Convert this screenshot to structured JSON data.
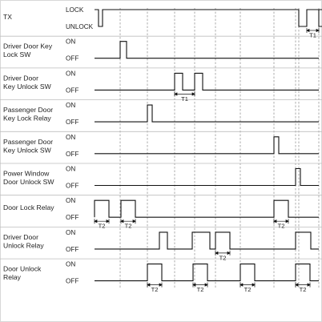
{
  "signals": [
    {
      "id": "tx",
      "name_lines": [
        "TX"
      ],
      "high_label": "LOCK",
      "low_label": "UNLOCK",
      "idle": "high",
      "pulses": [
        {
          "start": 5,
          "end": 10
        },
        {
          "start": 255,
          "end": 265
        },
        {
          "start": 280,
          "end": 290
        }
      ]
    },
    {
      "id": "driver-door-key-lock-sw",
      "name_lines": [
        "Driver Door Key",
        "Lock SW"
      ],
      "high_label": "ON",
      "low_label": "OFF",
      "idle": "low",
      "pulses": [
        {
          "start": 32,
          "end": 40
        }
      ]
    },
    {
      "id": "driver-door-key-unlock-sw",
      "name_lines": [
        "Driver Door",
        "Key Unlock SW"
      ],
      "high_label": "ON",
      "low_label": "OFF",
      "idle": "low",
      "pulses": [
        {
          "start": 100,
          "end": 110
        },
        {
          "start": 125,
          "end": 135
        }
      ]
    },
    {
      "id": "passenger-door-key-lock-relay",
      "name_lines": [
        "Passenger Door",
        "Key Lock Relay"
      ],
      "high_label": "ON",
      "low_label": "OFF",
      "idle": "low",
      "pulses": [
        {
          "start": 66,
          "end": 72
        }
      ]
    },
    {
      "id": "passenger-door-key-unlock-sw",
      "name_lines": [
        "Passenger Door",
        "Key Unlock SW"
      ],
      "high_label": "ON",
      "low_label": "OFF",
      "idle": "low",
      "pulses": [
        {
          "start": 224,
          "end": 230
        }
      ]
    },
    {
      "id": "power-window-door-unlock-sw",
      "name_lines": [
        "Power Window",
        "Door Unlock SW"
      ],
      "high_label": "ON",
      "low_label": "OFF",
      "idle": "low",
      "pulses": [
        {
          "start": 251,
          "end": 257
        }
      ]
    },
    {
      "id": "door-lock-relay",
      "name_lines": [
        "Door Lock Relay"
      ],
      "high_label": "ON",
      "low_label": "OFF",
      "idle": "low",
      "pulses": [
        {
          "start": 0,
          "end": 18
        },
        {
          "start": 33,
          "end": 51
        },
        {
          "start": 224,
          "end": 242
        }
      ]
    },
    {
      "id": "driver-door-unlock-relay",
      "name_lines": [
        "Driver Door",
        "Unlock Relay"
      ],
      "high_label": "ON",
      "low_label": "OFF",
      "idle": "low",
      "pulses": [
        {
          "start": 81,
          "end": 91
        },
        {
          "start": 122,
          "end": 144
        },
        {
          "start": 151,
          "end": 169
        },
        {
          "start": 251,
          "end": 270
        }
      ]
    },
    {
      "id": "door-unlock-relay",
      "name_lines": [
        "Door Unlock",
        "Relay"
      ],
      "high_label": "ON",
      "low_label": "OFF",
      "idle": "low",
      "pulses": [
        {
          "start": 66,
          "end": 84
        },
        {
          "start": 123,
          "end": 141
        },
        {
          "start": 182,
          "end": 200
        },
        {
          "start": 251,
          "end": 269
        }
      ]
    }
  ],
  "annotations": [
    {
      "id": "t1-tx",
      "label": "T1",
      "signal": "tx",
      "start": 265,
      "end": 280
    },
    {
      "id": "t1-driver-unlock-sw",
      "label": "T1",
      "signal": "driver-door-key-unlock-sw",
      "start": 100,
      "end": 125
    },
    {
      "id": "t2-door-lock-1",
      "label": "T2",
      "signal": "door-lock-relay",
      "start": 0,
      "end": 18
    },
    {
      "id": "t2-door-lock-2",
      "label": "T2",
      "signal": "door-lock-relay",
      "start": 33,
      "end": 51
    },
    {
      "id": "t2-door-lock-3",
      "label": "T2",
      "signal": "door-lock-relay",
      "start": 224,
      "end": 242
    },
    {
      "id": "t2-driver-unlock",
      "label": "T2",
      "signal": "driver-door-unlock-relay",
      "start": 151,
      "end": 169
    },
    {
      "id": "t2-door-unlock-1",
      "label": "T2",
      "signal": "door-unlock-relay",
      "start": 66,
      "end": 84
    },
    {
      "id": "t2-door-unlock-2",
      "label": "T2",
      "signal": "door-unlock-relay",
      "start": 123,
      "end": 141
    },
    {
      "id": "t2-door-unlock-3",
      "label": "T2",
      "signal": "door-unlock-relay",
      "start": 182,
      "end": 200
    },
    {
      "id": "t2-door-unlock-4",
      "label": "T2",
      "signal": "door-unlock-relay",
      "start": 251,
      "end": 269
    }
  ],
  "event_markers": [
    32,
    66,
    100,
    125,
    151,
    182,
    224,
    251,
    255,
    280
  ]
}
